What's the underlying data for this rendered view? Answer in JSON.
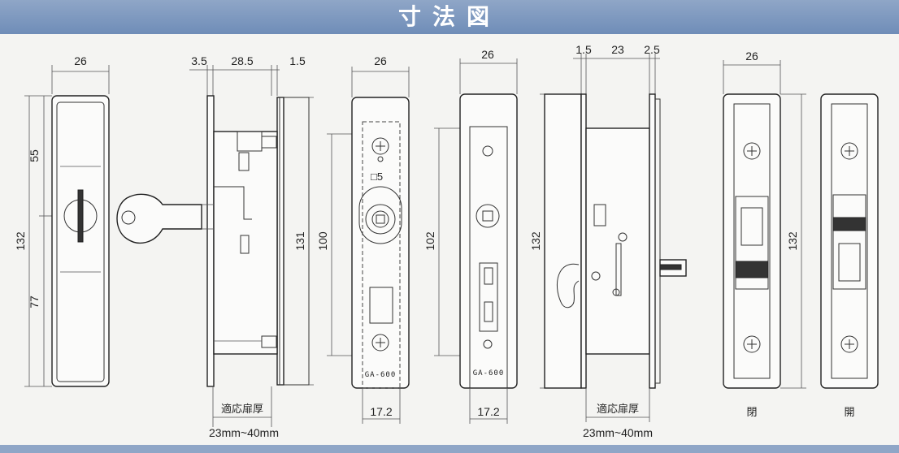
{
  "header": {
    "title": "寸法図"
  },
  "views": {
    "front_handle": {
      "width": "26",
      "height_total": "132",
      "upper": "55",
      "lower": "77"
    },
    "side_keyed": {
      "dim_a": "3.5",
      "dim_b": "28.5",
      "dim_c": "1.5",
      "height": "131",
      "door_label": "適応扉厚",
      "door_range": "23mm~40mm"
    },
    "cylinder_plate": {
      "width": "26",
      "height": "100",
      "square": "□5",
      "bottom_width": "17.2",
      "model": "GA-600"
    },
    "back_plate": {
      "width": "26",
      "height": "102",
      "bottom_width": "17.2",
      "model": "GA-600"
    },
    "side_latch": {
      "dim_a": "1.5",
      "dim_b": "23",
      "dim_c": "2.5",
      "height": "132",
      "door_label": "適応扉厚",
      "door_range": "23mm~40mm"
    },
    "indicator_open_closed": {
      "width": "26",
      "height": "132",
      "label_closed": "閉",
      "label_open": "開"
    }
  },
  "colors": {
    "header_bg": "#7d97be",
    "header_text": "#ffffff",
    "background": "#f4f4f2"
  }
}
